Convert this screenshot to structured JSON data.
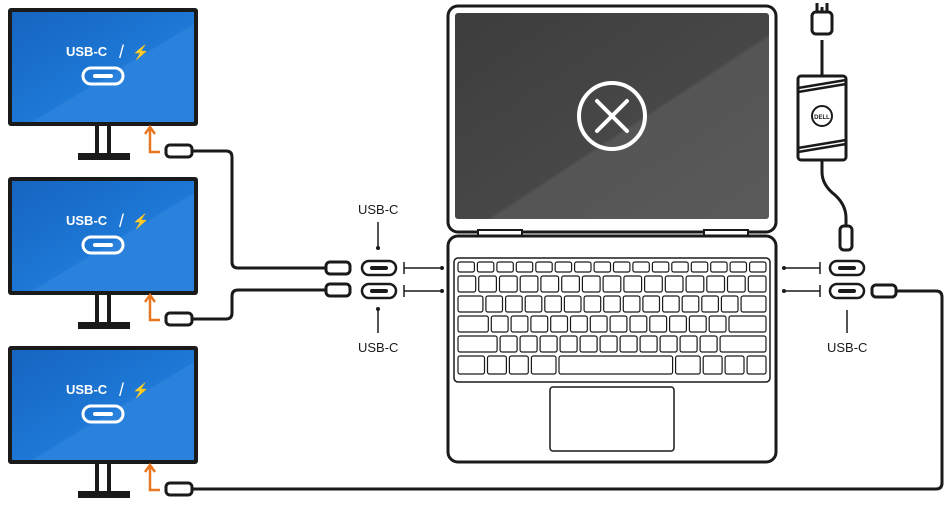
{
  "monitors": [
    {
      "port_label": "USB-C",
      "separator": "/",
      "bolt_glyph": "⚡"
    },
    {
      "port_label": "USB-C",
      "separator": "/",
      "bolt_glyph": "⚡"
    },
    {
      "port_label": "USB-C",
      "separator": "/",
      "bolt_glyph": "⚡"
    }
  ],
  "laptop": {
    "screen_icon": "x-circle-icon",
    "left_ports": {
      "top_label": "USB-C",
      "bottom_label": "USB-C"
    },
    "right_ports": {
      "bottom_label": "USB-C"
    }
  },
  "power_adapter": {
    "brand": "DELL"
  },
  "colors": {
    "monitor_screen": "#1e6fc4",
    "monitor_screen_light": "#3b8be0",
    "arrow": "#e87722",
    "outline": "#1a1a1a",
    "laptop_screen": "#4a4a4a"
  }
}
